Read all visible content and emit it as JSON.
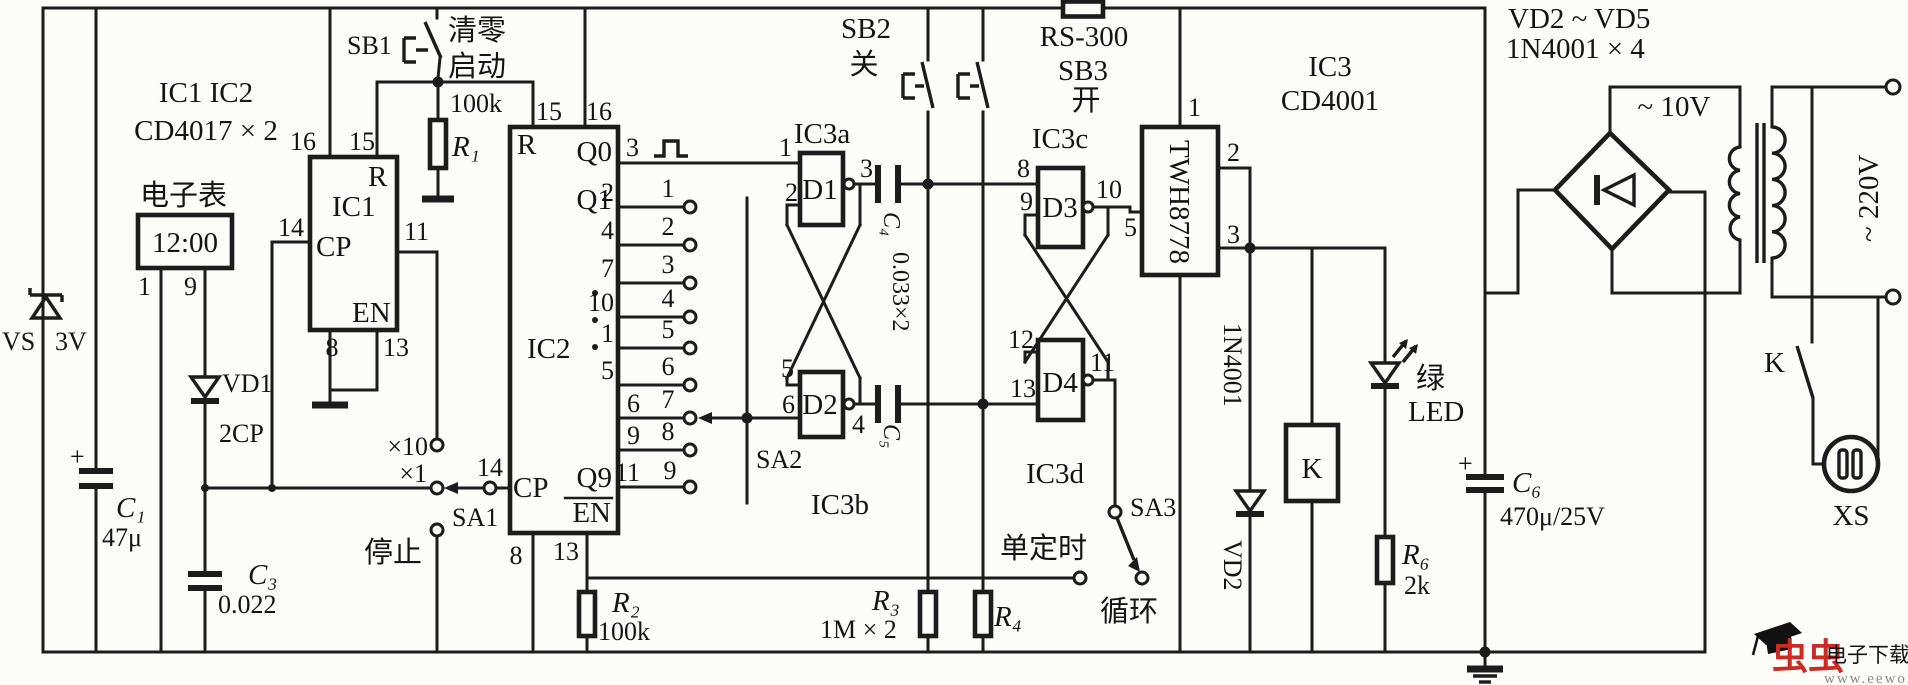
{
  "titles": {
    "ic12_line1": "IC1 IC2",
    "ic12_line2": "CD4017 × 2",
    "ic3_line1": "IC3",
    "ic3_line2": "CD4001",
    "vd_line1": "VD2 ~ VD5",
    "vd_line2": "1N4001 × 4"
  },
  "clock": {
    "label": "电子表",
    "display": "12:00",
    "pin1": "1",
    "pin9": "9"
  },
  "vs": {
    "label": "VS",
    "value": "3V"
  },
  "c1": {
    "plus": "+",
    "label": "C₁",
    "value": "47μ"
  },
  "vd1": {
    "label": "VD1",
    "value": "2CP"
  },
  "c3": {
    "label": "C₃",
    "value": "0.022"
  },
  "sb1": {
    "label": "SB1",
    "action1": "清零",
    "action2": "启动"
  },
  "r1": {
    "value": "100k",
    "label": "R₁"
  },
  "ic1": {
    "pin16": "16",
    "pin15": "15",
    "pin14": "14",
    "pin11": "11",
    "pin8": "8",
    "pin13": "13",
    "r": "R",
    "name": "IC1",
    "cp": "CP",
    "en": "EN"
  },
  "sa1": {
    "x10": "×10",
    "x1": "×1",
    "label": "SA1",
    "stop": "停止"
  },
  "ic2": {
    "pin15": "15",
    "pin16": "16",
    "r": "R",
    "q0": "Q0",
    "q1": "Q1",
    "name": "IC2",
    "q9": "Q9",
    "en": "EN",
    "cp": "CP",
    "pin14": "14",
    "pin8": "8",
    "pin13": "13",
    "q0_pin": "3",
    "rows": [
      {
        "pin": "2",
        "contact": "1"
      },
      {
        "pin": "4",
        "contact": "2"
      },
      {
        "pin": "7",
        "contact": "3"
      },
      {
        "pin": "10",
        "contact": "4"
      },
      {
        "pin": "1",
        "contact": "5"
      },
      {
        "pin": "5",
        "contact": "6"
      },
      {
        "pin": "6",
        "contact": "7"
      },
      {
        "pin": "9",
        "contact": "8"
      },
      {
        "pin": "11",
        "contact": "9"
      }
    ]
  },
  "r2": {
    "label": "R₂",
    "value": "100k"
  },
  "sa2": {
    "label": "SA2"
  },
  "gates": {
    "ic3a": {
      "label": "IC3a",
      "name": "D1",
      "pin1": "1",
      "pin2": "2",
      "out": "3"
    },
    "ic3b": {
      "label": "IC3b",
      "name": "D2",
      "pin5": "5",
      "pin6": "6",
      "out": "4"
    },
    "ic3c": {
      "label": "IC3c",
      "name": "D3",
      "pin8": "8",
      "pin9": "9",
      "out": "10"
    },
    "ic3d": {
      "label": "IC3d",
      "name": "D4",
      "pin12": "12",
      "pin13": "13",
      "out": "11"
    }
  },
  "c4": {
    "label": "C₄",
    "value": "0.033×2"
  },
  "c5": {
    "label": "C₅"
  },
  "sb2": {
    "label": "SB2",
    "action": "关"
  },
  "sb3": {
    "label": "SB3",
    "action": "开"
  },
  "rs300": {
    "label": "RS-300"
  },
  "twh": {
    "label": "TWH8778",
    "pin1": "1",
    "pin2": "2",
    "pin3": "3",
    "pin5": "5"
  },
  "sa3": {
    "label": "SA3",
    "single": "单定时",
    "cycle": "循环"
  },
  "r3": {
    "label": "R₃",
    "value": "1M × 2"
  },
  "r4": {
    "label": "R₄"
  },
  "vd2": {
    "type": "1N4001",
    "label": "VD2"
  },
  "relay": {
    "label": "K"
  },
  "led": {
    "color": "绿",
    "label": "LED"
  },
  "r6": {
    "label": "R₆",
    "value": "2k"
  },
  "c6": {
    "plus": "+",
    "label": "C₆",
    "value": "470μ/25V"
  },
  "psu": {
    "v10": "~ 10V",
    "v220": "~ 220V"
  },
  "mains": {
    "k": "K",
    "xs": "XS"
  },
  "watermark": {
    "brand": "虫虫",
    "site": "电子下载站",
    "url": "www.eeworm.com"
  },
  "colors": {
    "line": "#1c1c1c",
    "background": "#fcfcf9",
    "watermark_red": "#cc2b24",
    "watermark_gray": "#8a8a8a"
  }
}
